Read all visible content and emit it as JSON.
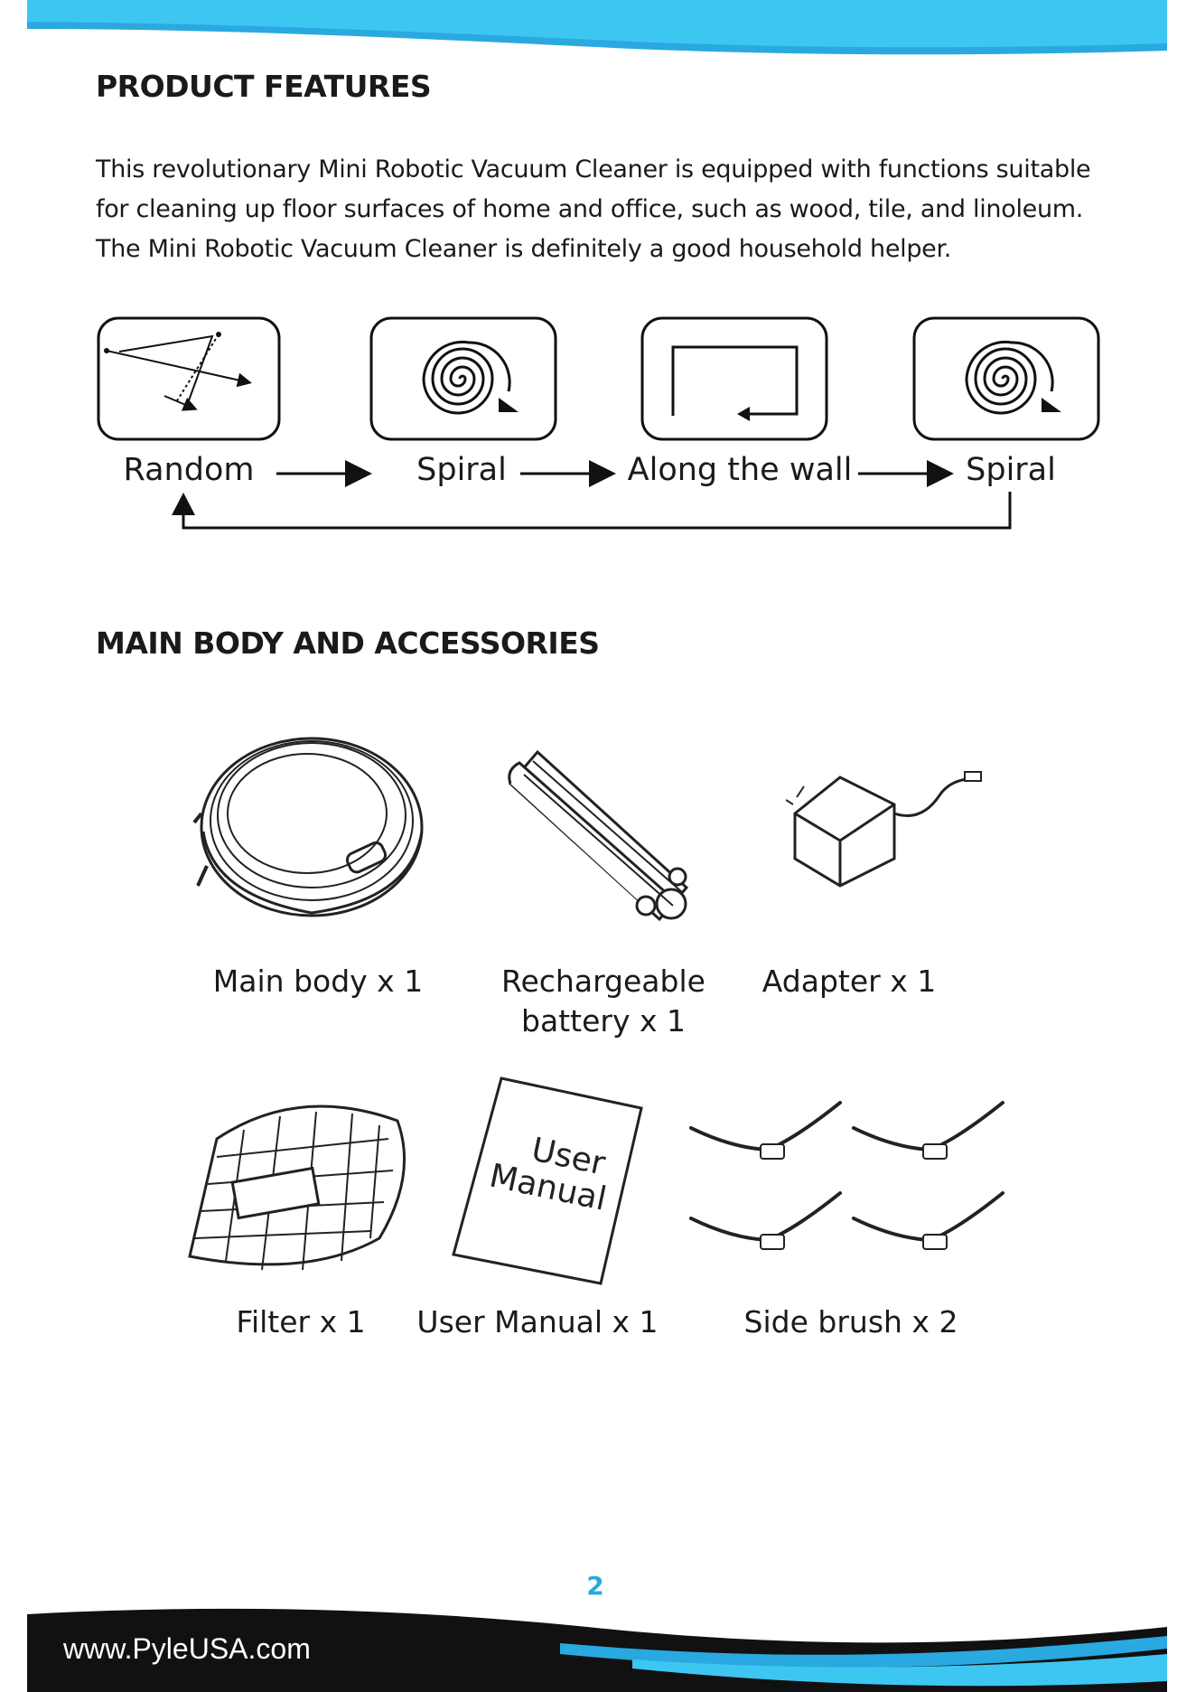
{
  "colors": {
    "accent": "#29a9e0",
    "accent_light": "#3ec6f2",
    "footer": "#111111"
  },
  "features": {
    "title": "PRODUCT FEATURES",
    "intro": [
      "This revolutionary Mini Robotic Vacuum Cleaner is equipped with functions suitable",
      "for cleaning up floor surfaces of home and office, such as wood,  tile, and linoleum.",
      "The Mini Robotic Vacuum  Cleaner is definitely a good household helper."
    ],
    "modes": [
      {
        "label": "Random",
        "icon": "random-path-icon"
      },
      {
        "label": "Spiral",
        "icon": "spiral-path-icon"
      },
      {
        "label": "Along the wall",
        "icon": "along-wall-path-icon"
      },
      {
        "label": "Spiral",
        "icon": "spiral-path-icon"
      }
    ]
  },
  "accessories": {
    "title": "MAIN BODY AND ACCESSORIES",
    "items": [
      {
        "label_lines": [
          "Main body x 1"
        ],
        "icon": "robot-vacuum-icon"
      },
      {
        "label_lines": [
          "Rechargeable",
          "battery x 1"
        ],
        "icon": "battery-pack-icon"
      },
      {
        "label_lines": [
          "Adapter x 1"
        ],
        "icon": "power-adapter-icon"
      },
      {
        "label_lines": [
          "Filter x 1"
        ],
        "icon": "filter-icon"
      },
      {
        "label_lines": [
          "User Manual x 1"
        ],
        "icon": "user-manual-icon",
        "booklet_text": [
          "User",
          "Manual"
        ]
      },
      {
        "label_lines": [
          "Side brush x 2"
        ],
        "icon": "side-brush-icon"
      }
    ]
  },
  "footer": {
    "page_number": "2",
    "website": "www.PyleUSA.com"
  }
}
